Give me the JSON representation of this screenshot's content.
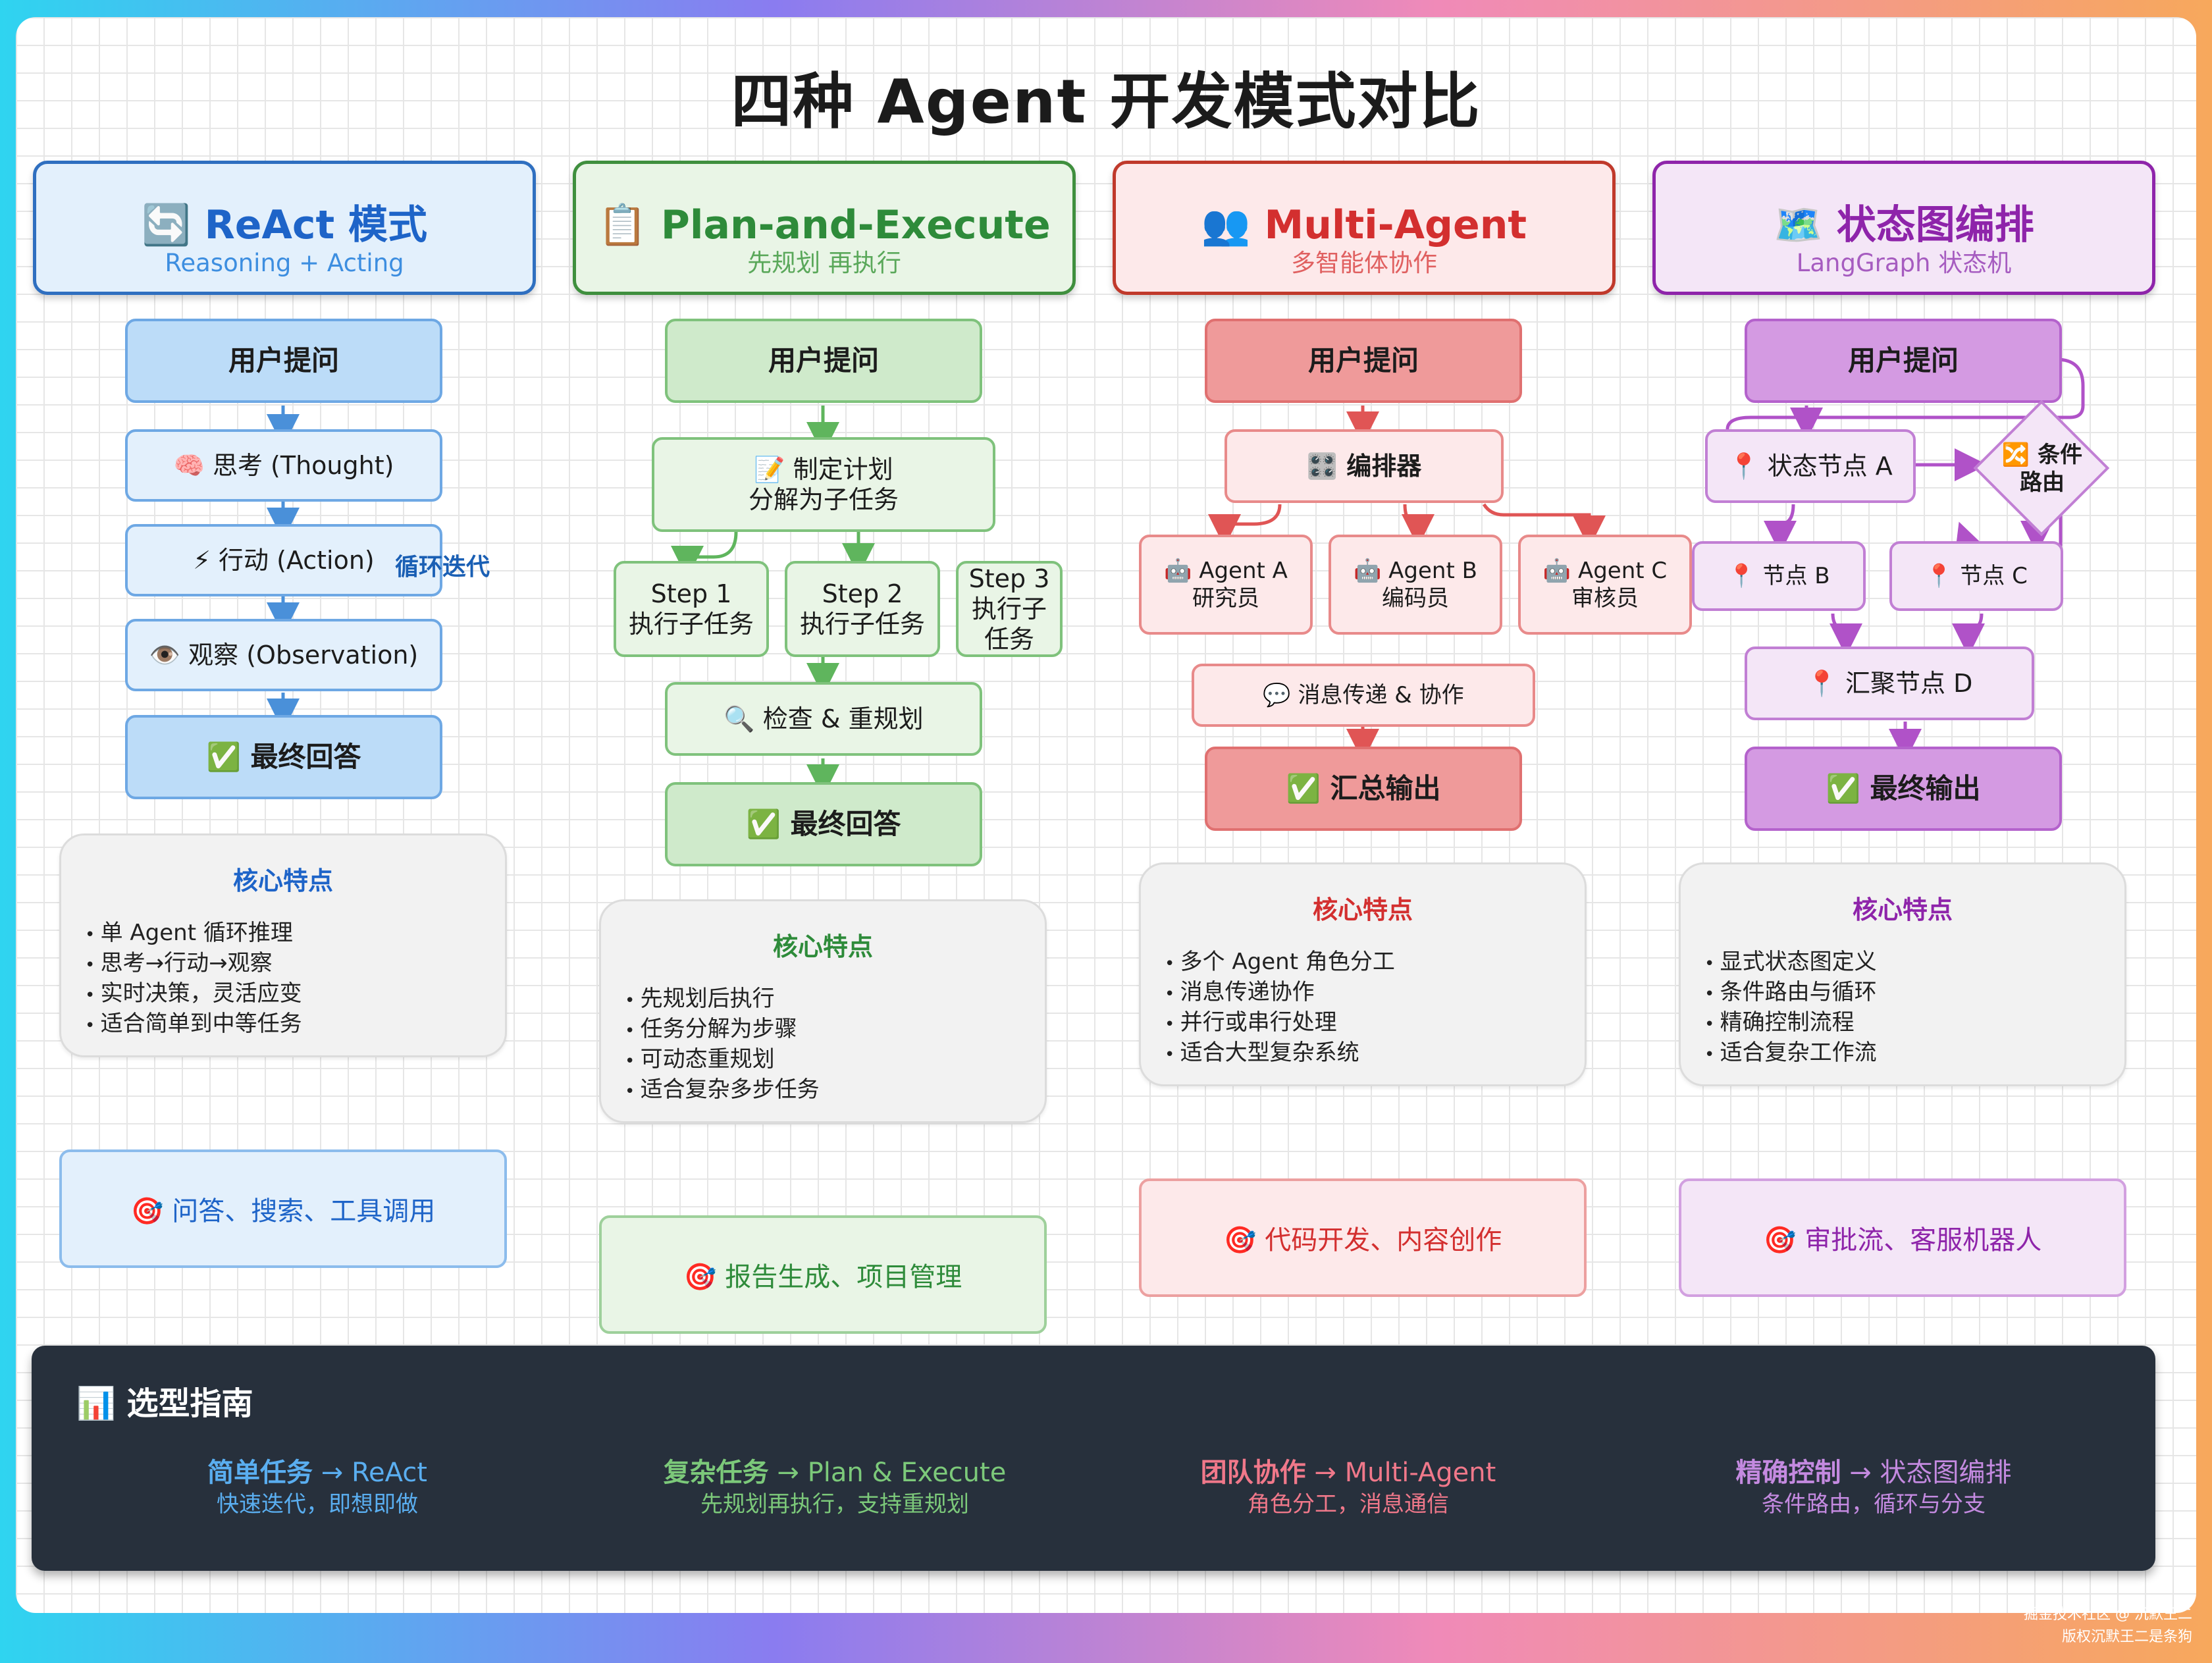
{
  "title": "四种 Agent 开发模式对比",
  "colors": {
    "react": "#1e64c8",
    "plan": "#2e8b3a",
    "multi": "#d32f2f",
    "graph": "#8e24aa"
  },
  "columns": {
    "react": {
      "icon": "🔄",
      "title": "ReAct 模式",
      "subtitle": "Reasoning + Acting",
      "nodes": {
        "question": "用户提问",
        "thought": "🧠 思考 (Thought)",
        "action": "⚡ 行动 (Action)",
        "observation": "👁️ 观察 (Observation)",
        "answer": "✅ 最终回答"
      },
      "loop_label": "循环迭代",
      "features_title": "核心特点",
      "features": [
        "单 Agent 循环推理",
        "思考→行动→观察",
        "实时决策，灵活应变",
        "适合简单到中等任务"
      ],
      "use_case": "🎯 问答、搜索、工具调用"
    },
    "plan": {
      "icon": "📋",
      "title": "Plan-and-Execute",
      "subtitle": "先规划 再执行",
      "nodes": {
        "question": "用户提问",
        "plan": "📝 制定计划\n分解为子任务",
        "step1": "Step 1\n执行子任务",
        "step2": "Step 2\n执行子任务",
        "step3": "Step 3\n执行子\n任务",
        "replan": "🔍 检查 & 重规划",
        "answer": "✅ 最终回答"
      },
      "features_title": "核心特点",
      "features": [
        "先规划后执行",
        "任务分解为步骤",
        "可动态重规划",
        "适合复杂多步任务"
      ],
      "use_case": "🎯 报告生成、项目管理"
    },
    "multi": {
      "icon": "👥",
      "title": "Multi-Agent",
      "subtitle": "多智能体协作",
      "nodes": {
        "question": "用户提问",
        "orchestrator": "🎛️ 编排器",
        "agent_a": "🤖 Agent A\n研究员",
        "agent_b": "🤖 Agent B\n编码员",
        "agent_c": "🤖 Agent C\n审核员",
        "message": "💬 消息传递 & 协作",
        "output": "✅ 汇总输出"
      },
      "features_title": "核心特点",
      "features": [
        "多个 Agent 角色分工",
        "消息传递协作",
        "并行或串行处理",
        "适合大型复杂系统"
      ],
      "use_case": "🎯 代码开发、内容创作"
    },
    "graph": {
      "icon": "🗺️",
      "title": "状态图编排",
      "subtitle": "LangGraph 状态机",
      "nodes": {
        "question": "用户提问",
        "node_a": "📍 状态节点 A",
        "condition": "🔀 条件\n路由",
        "node_b": "📍 节点 B",
        "node_c": "📍 节点 C",
        "node_d": "📍 汇聚节点 D",
        "output": "✅ 最终输出"
      },
      "features_title": "核心特点",
      "features": [
        "显式状态图定义",
        "条件路由与循环",
        "精确控制流程",
        "适合复杂工作流"
      ],
      "use_case": "🎯 审批流、客服机器人"
    }
  },
  "guide": {
    "title": "📊 选型指南",
    "items": [
      {
        "key": "简单任务",
        "arrow": " → ReAct",
        "desc": "快速迭代，即想即做",
        "color": "#5aaef0"
      },
      {
        "key": "复杂任务",
        "arrow": " → Plan & Execute",
        "desc": "先规划再执行，支持重规划",
        "color": "#7cc97a"
      },
      {
        "key": "团队协作",
        "arrow": " → Multi-Agent",
        "desc": "角色分工，消息通信",
        "color": "#f0788a"
      },
      {
        "key": "精确控制",
        "arrow": " → 状态图编排",
        "desc": "条件路由，循环与分支",
        "color": "#c48ae0"
      }
    ]
  },
  "watermark": {
    "line1": "掘金技术社区 @ 沉默王二",
    "line2": "版权沉默王二是条狗"
  }
}
